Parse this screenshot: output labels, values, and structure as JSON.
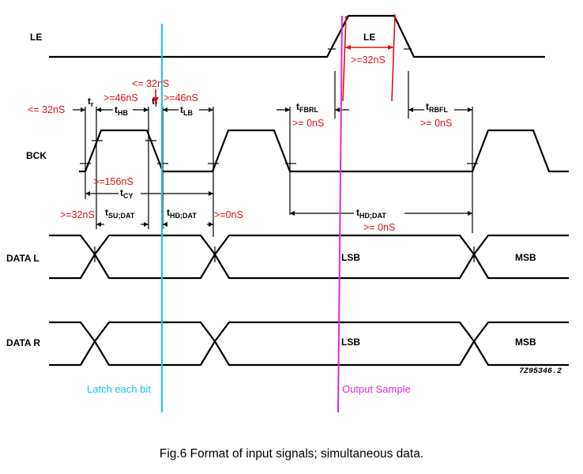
{
  "signals": {
    "le": "LE",
    "bck": "BCK",
    "data_l": "DATA L",
    "data_r": "DATA R"
  },
  "bits": {
    "lsb_l": "LSB",
    "msb_l": "MSB",
    "lsb_r": "LSB",
    "msb_r": "MSB"
  },
  "timing": {
    "le_pulse": "LE",
    "t_r": {
      "base": "t",
      "sub": "r"
    },
    "t_hb": {
      "base": "t",
      "sub": "HB"
    },
    "t_f": {
      "base": "t",
      "sub": "f"
    },
    "t_lb": {
      "base": "t",
      "sub": "LB"
    },
    "t_fbrl": {
      "base": "t",
      "sub": "FBRL"
    },
    "t_rbfl": {
      "base": "t",
      "sub": "RBFL"
    },
    "t_cy": {
      "base": "t",
      "sub": "CY"
    },
    "t_su_dat": {
      "base": "t",
      "sub": "SU;DAT"
    },
    "t_hd_dat_1": {
      "base": "t",
      "sub": "HD;DAT"
    },
    "t_hd_dat_2": {
      "base": "t",
      "sub": "HD;DAT"
    }
  },
  "annotations": {
    "le_min": ">=32nS",
    "tf_max": "<= 32nS",
    "tr_max": "<= 32nS",
    "thb_min": ">=46nS",
    "tlb_min": ">=46nS",
    "tfbrl_min": ">= 0nS",
    "trbfl_min": ">= 0nS",
    "tcy_min": ">=156nS",
    "tsu_min": ">=32nS",
    "thd1_min": ">=0nS",
    "thd2_min": ">= 0nS"
  },
  "markers": {
    "latch": "Latch each bit",
    "output": "Output Sample"
  },
  "figure_ref": "7Z95346.2",
  "caption": "Fig.6  Format of input signals; simultaneous data.",
  "colors": {
    "annotation": "#e01010",
    "latch_line": "#17c4e6",
    "output_line": "#d82fd0",
    "waveform": "#000000"
  }
}
